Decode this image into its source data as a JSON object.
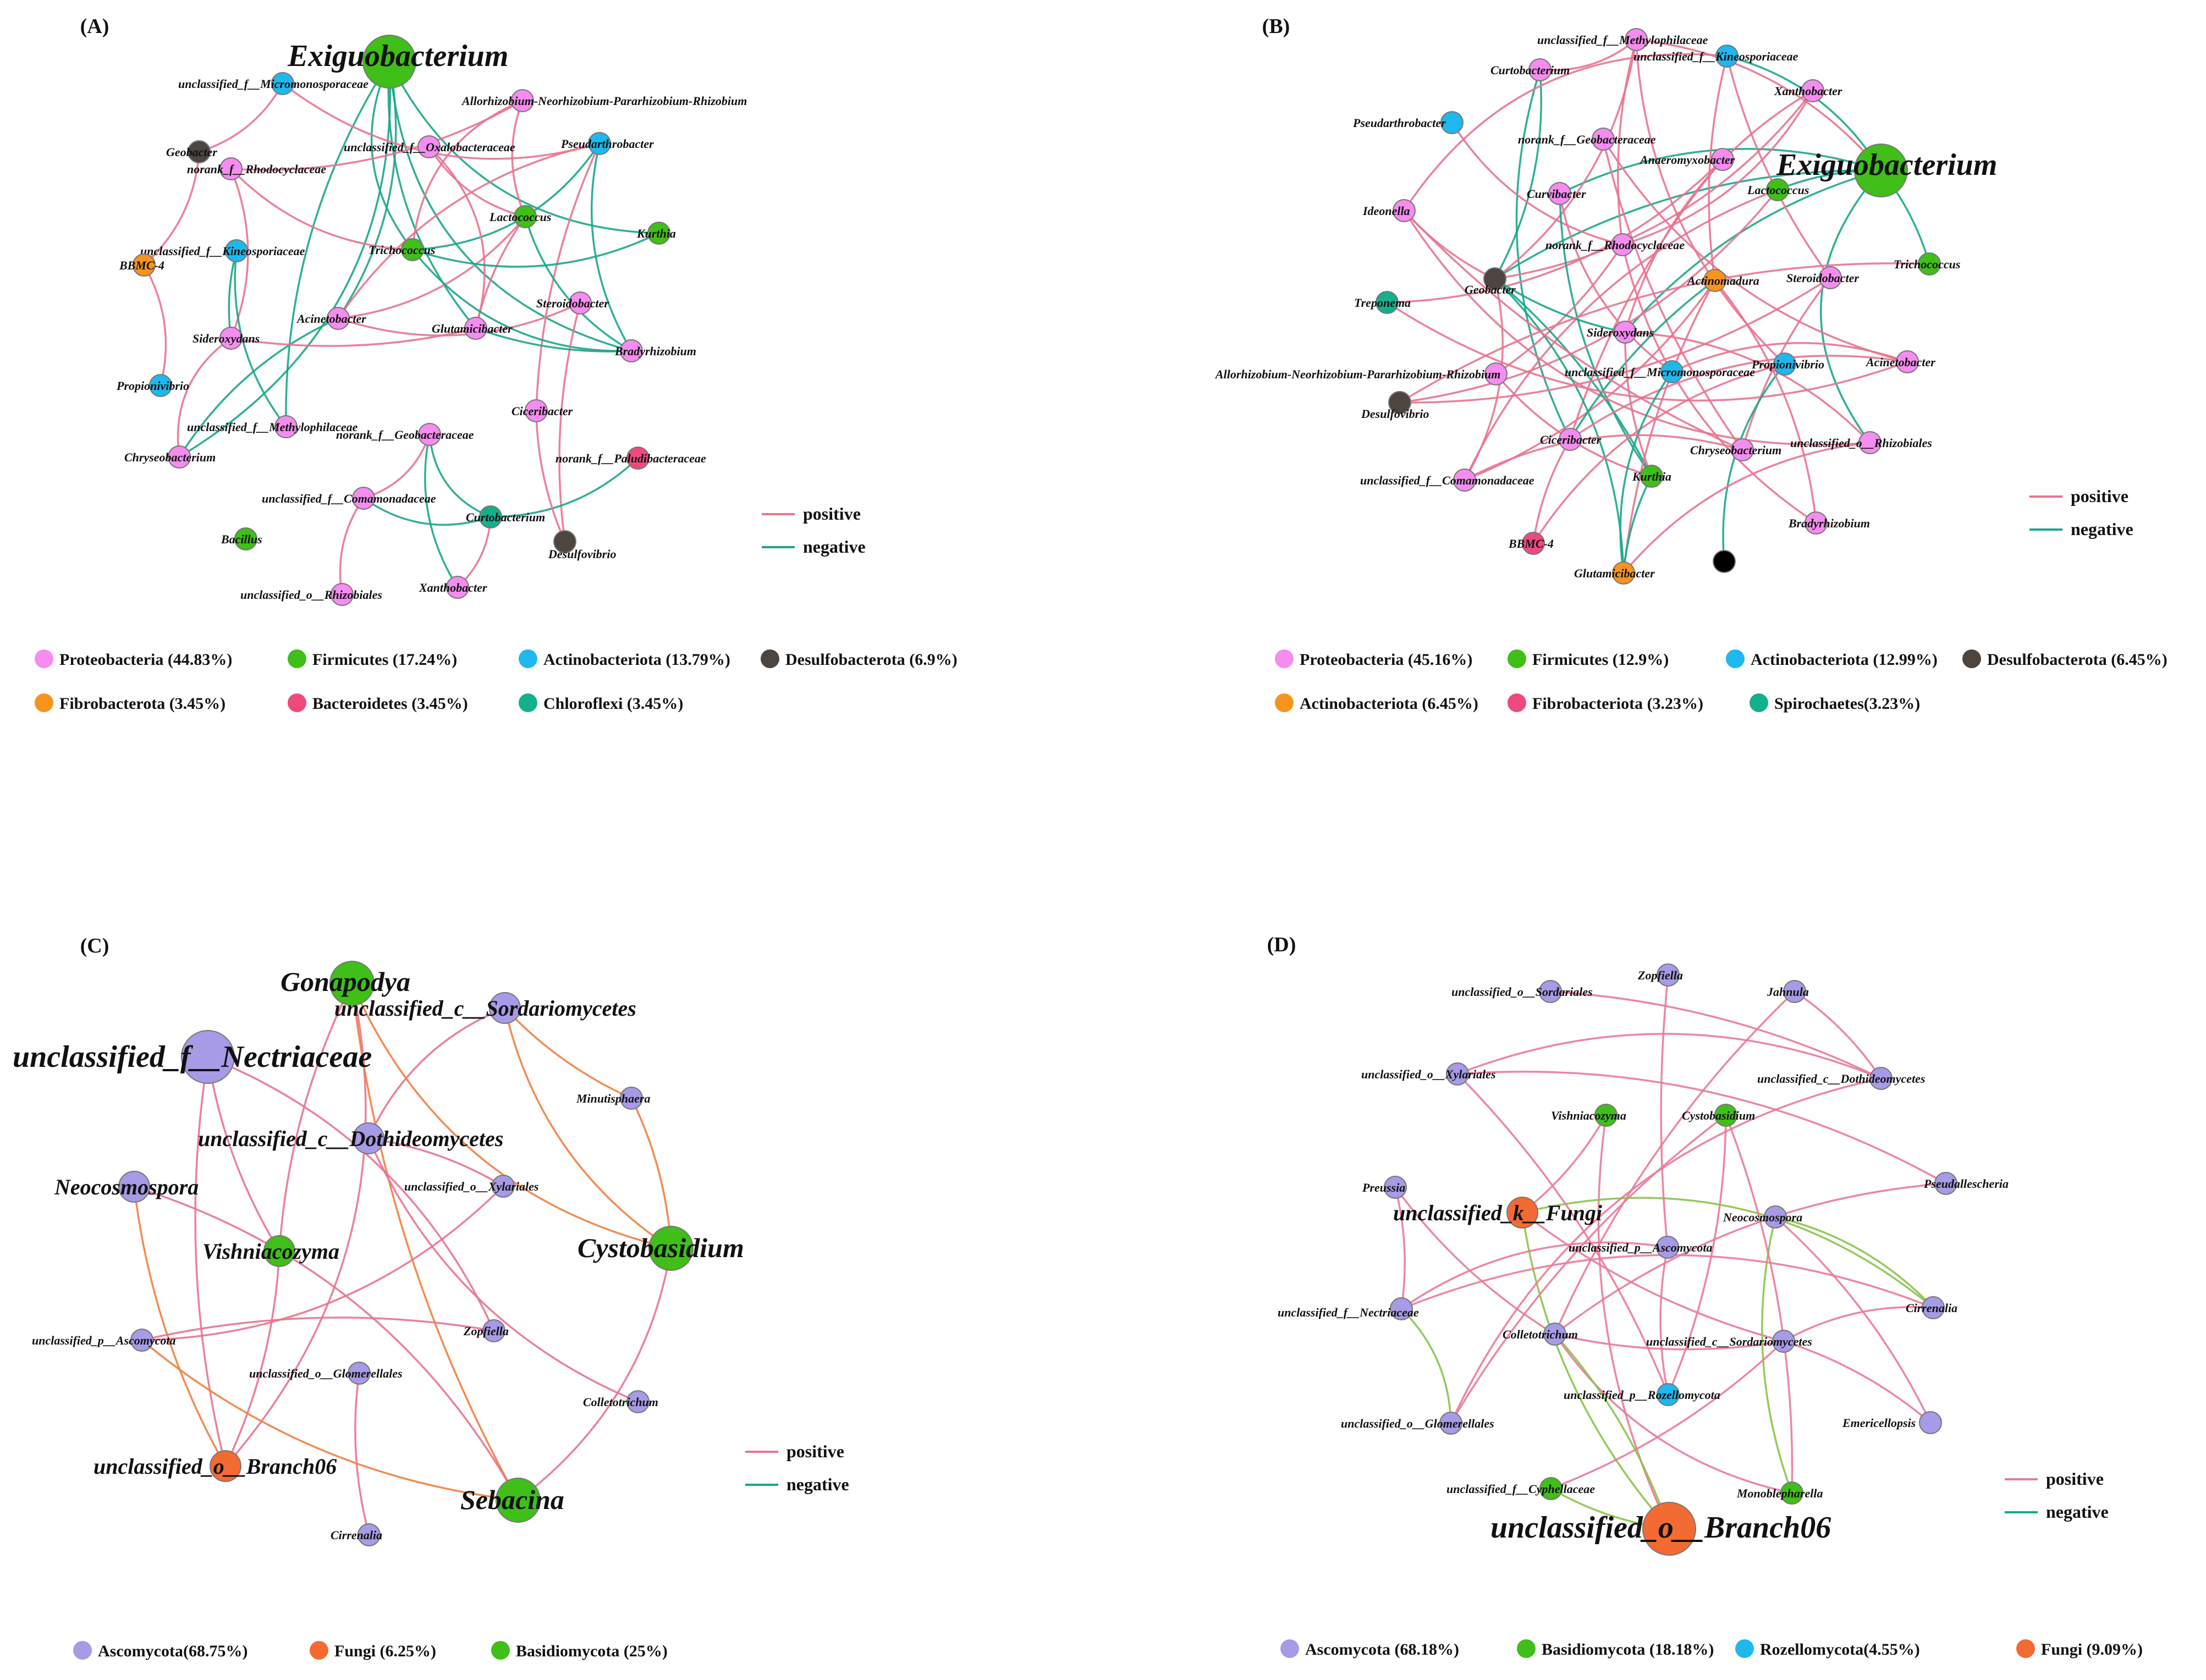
{
  "edge_colors": {
    "positive": "#e8738f",
    "negative": "#1aa68a",
    "fungi_pos": "#ea7a98",
    "fungi_neg": "#8bc34a",
    "orange": "#f08040"
  },
  "phylum_colors": {
    "Proteobacteria": "#f58cf0",
    "Firmicutes": "#3fbf18",
    "Actinobacteriota": "#1fb8ee",
    "Desulfobacterota": "#4d4540",
    "Fibrobacterota": "#f7941d",
    "Bacteroidetes": "#ef4a7e",
    "Chloroflexi": "#13b08c",
    "Spirochaetes": "#13b08c",
    "Ascomycota": "#a79ae6",
    "Fungi": "#f46a33",
    "Basidiomycota": "#3fbf18",
    "Rozellomycota": "#1fb8ee",
    "Black": "#000000"
  },
  "panels": [
    {
      "id": "A",
      "label": "(A)",
      "legend": {
        "positive": "positive",
        "negative": "negative"
      },
      "phyla": [
        {
          "text": "Proteobacteria (44.83%)",
          "color": "Proteobacteria"
        },
        {
          "text": "Firmicutes  (17.24%)",
          "color": "Firmicutes"
        },
        {
          "text": "Actinobacteriota  (13.79%)",
          "color": "Actinobacteriota"
        },
        {
          "text": "Desulfobacterota  (6.9%)",
          "color": "Desulfobacterota"
        },
        {
          "text": "Fibrobacterota   (3.45%)",
          "color": "Fibrobacterota"
        },
        {
          "text": "Bacteroidetes (3.45%)",
          "color": "Bacteroidetes"
        },
        {
          "text": "Chloroflexi (3.45%)",
          "color": "Chloroflexi"
        }
      ],
      "nodes": [
        {
          "id": "exi",
          "label": "Exiguobacterium",
          "phylum": "Firmicutes",
          "size": "xl"
        },
        {
          "id": "micro",
          "label": "unclassified_f__Micromonosporaceae",
          "phylum": "Actinobacteriota"
        },
        {
          "id": "allo",
          "label": "Allorhizobium-Neorhizobium-Pararhizobium-Rhizobium",
          "phylum": "Proteobacteria"
        },
        {
          "id": "geob",
          "label": "Geobacter",
          "phylum": "Desulfobacterota"
        },
        {
          "id": "oxalo",
          "label": "unclassified_f__Oxalobacteraceae",
          "phylum": "Proteobacteria"
        },
        {
          "id": "pseud",
          "label": "Pseudarthrobacter",
          "phylum": "Actinobacteriota"
        },
        {
          "id": "rhodo",
          "label": "norank_f__Rhodocyclaceae",
          "phylum": "Proteobacteria"
        },
        {
          "id": "lacto",
          "label": "Lactococcus",
          "phylum": "Firmicutes"
        },
        {
          "id": "kurth",
          "label": "Kurthia",
          "phylum": "Firmicutes"
        },
        {
          "id": "kineo",
          "label": "unclassified_f__Kineosporiaceae",
          "phylum": "Actinobacteriota"
        },
        {
          "id": "bbmc",
          "label": "BBMC-4",
          "phylum": "Fibrobacterota"
        },
        {
          "id": "tricho",
          "label": "Trichococcus",
          "phylum": "Firmicutes"
        },
        {
          "id": "stero",
          "label": "Steroidobacter",
          "phylum": "Proteobacteria"
        },
        {
          "id": "acine",
          "label": "Acinetobacter",
          "phylum": "Proteobacteria"
        },
        {
          "id": "gluta",
          "label": "Glutamicibacter",
          "phylum": "Proteobacteria"
        },
        {
          "id": "sidero",
          "label": "Sideroxydans",
          "phylum": "Proteobacteria"
        },
        {
          "id": "brady",
          "label": "Bradyrhizobium",
          "phylum": "Proteobacteria"
        },
        {
          "id": "propio",
          "label": "Propionivibrio",
          "phylum": "Actinobacteriota"
        },
        {
          "id": "methylo",
          "label": "unclassified_f__Methylophilaceae",
          "phylum": "Proteobacteria"
        },
        {
          "id": "cicer",
          "label": "Ciceribacter",
          "phylum": "Proteobacteria"
        },
        {
          "id": "chryseo",
          "label": "Chryseobacterium",
          "phylum": "Proteobacteria"
        },
        {
          "id": "geobac",
          "label": "norank_f__Geobacteraceae",
          "phylum": "Proteobacteria"
        },
        {
          "id": "palu",
          "label": "norank_f__Paludibacteraceae",
          "phylum": "Bacteroidetes"
        },
        {
          "id": "comam",
          "label": "unclassified_f__Comamonadaceae",
          "phylum": "Proteobacteria"
        },
        {
          "id": "curto",
          "label": "Curtobacterium",
          "phylum": "Chloroflexi"
        },
        {
          "id": "bacil",
          "label": "Bacillus",
          "phylum": "Firmicutes"
        },
        {
          "id": "desulf",
          "label": "Desulfovibrio",
          "phylum": "Desulfobacterota"
        },
        {
          "id": "rhizo",
          "label": "unclassified_o__Rhizobiales",
          "phylum": "Proteobacteria"
        },
        {
          "id": "xantho",
          "label": "Xanthobacter",
          "phylum": "Proteobacteria"
        }
      ]
    },
    {
      "id": "B",
      "label": "(B)",
      "legend": {
        "positive": "positive",
        "negative": "negative"
      },
      "phyla": [
        {
          "text": "Proteobacteria (45.16%)",
          "color": "Proteobacteria"
        },
        {
          "text": "Firmicutes  (12.9%)",
          "color": "Firmicutes"
        },
        {
          "text": "Actinobacteriota (12.99%)",
          "color": "Actinobacteriota"
        },
        {
          "text": "Desulfobacterota (6.45%)",
          "color": "Desulfobacterota"
        },
        {
          "text": "Actinobacteriota  (6.45%)",
          "color": "Fibrobacterota"
        },
        {
          "text": "Fibrobacteriota (3.23%)",
          "color": "Bacteroidetes"
        },
        {
          "text": "Spirochaetes(3.23%)",
          "color": "Spirochaetes"
        }
      ],
      "nodes": [
        {
          "id": "methylo",
          "label": "unclassified_f__Methylophilaceae",
          "phylum": "Proteobacteria"
        },
        {
          "id": "kineo",
          "label": "unclassified_f__Kineosporiaceae",
          "phylum": "Actinobacteriota"
        },
        {
          "id": "curto",
          "label": "Curtobacterium",
          "phylum": "Proteobacteria"
        },
        {
          "id": "xantho",
          "label": "Xanthobacter",
          "phylum": "Proteobacteria"
        },
        {
          "id": "pseud",
          "label": "Pseudarthrobacter",
          "phylum": "Actinobacteriota"
        },
        {
          "id": "geobac",
          "label": "norank_f__Geobacteraceae",
          "phylum": "Proteobacteria"
        },
        {
          "id": "anaero",
          "label": "Anaeromyxobacter",
          "phylum": "Proteobacteria"
        },
        {
          "id": "exi",
          "label": "Exiguobacterium",
          "phylum": "Firmicutes",
          "size": "xl"
        },
        {
          "id": "curvi",
          "label": "Curvibacter",
          "phylum": "Proteobacteria"
        },
        {
          "id": "lacto",
          "label": "Lactococcus",
          "phylum": "Firmicutes"
        },
        {
          "id": "ideo",
          "label": "Ideonella",
          "phylum": "Proteobacteria"
        },
        {
          "id": "rhodo",
          "label": "norank_f__Rhodocyclaceae",
          "phylum": "Proteobacteria"
        },
        {
          "id": "tricho",
          "label": "Trichococcus",
          "phylum": "Firmicutes"
        },
        {
          "id": "geob",
          "label": "Geobacter",
          "phylum": "Desulfobacterota"
        },
        {
          "id": "actino",
          "label": "Actinomadura",
          "phylum": "Fibrobacterota"
        },
        {
          "id": "stero",
          "label": "Steroidobacter",
          "phylum": "Proteobacteria"
        },
        {
          "id": "trepo",
          "label": "Treponema",
          "phylum": "Spirochaetes"
        },
        {
          "id": "sidero",
          "label": "Sideroxydans",
          "phylum": "Proteobacteria"
        },
        {
          "id": "propio",
          "label": "Propionivibrio",
          "phylum": "Actinobacteriota"
        },
        {
          "id": "acine",
          "label": "Acinetobacter",
          "phylum": "Proteobacteria"
        },
        {
          "id": "allo",
          "label": "Allorhizobium-Neorhizobium-Pararhizobium-Rhizobium",
          "phylum": "Proteobacteria"
        },
        {
          "id": "micro",
          "label": "unclassified_f__Micromonosporaceae",
          "phylum": "Actinobacteriota"
        },
        {
          "id": "desulf",
          "label": "Desulfovibrio",
          "phylum": "Desulfobacterota"
        },
        {
          "id": "cicer",
          "label": "Ciceribacter",
          "phylum": "Proteobacteria"
        },
        {
          "id": "chryseo",
          "label": "Chryseobacterium",
          "phylum": "Proteobacteria"
        },
        {
          "id": "rhizo",
          "label": "unclassified_o__Rhizobiales",
          "phylum": "Proteobacteria"
        },
        {
          "id": "comam",
          "label": "unclassified_f__Comamonadaceae",
          "phylum": "Proteobacteria"
        },
        {
          "id": "kurth",
          "label": "Kurthia",
          "phylum": "Firmicutes"
        },
        {
          "id": "bbmc",
          "label": "BBMC-4",
          "phylum": "Bacteroidetes"
        },
        {
          "id": "brady",
          "label": "Bradyrhizobium",
          "phylum": "Proteobacteria"
        },
        {
          "id": "gluta",
          "label": "Glutamicibacter",
          "phylum": "Fibrobacterota"
        },
        {
          "id": "black",
          "label": "",
          "phylum": "Black"
        }
      ]
    },
    {
      "id": "C",
      "label": "(C)",
      "legend": {
        "positive": "positive",
        "negative": "negative"
      },
      "phyla": [
        {
          "text": "Ascomycota(68.75%)",
          "color": "Ascomycota"
        },
        {
          "text": "Fungi (6.25%)",
          "color": "Fungi"
        },
        {
          "text": "Basidiomycota  (25%)",
          "color": "Basidiomycota"
        }
      ],
      "nodes": [
        {
          "id": "gona",
          "label": "Gonapodya",
          "phylum": "Basidiomycota",
          "size": "l"
        },
        {
          "id": "sord",
          "label": "unclassified_c__Sordariomycetes",
          "phylum": "Ascomycota",
          "size": "m"
        },
        {
          "id": "nect",
          "label": "unclassified_f__Nectriaceae",
          "phylum": "Ascomycota",
          "size": "xl"
        },
        {
          "id": "minu",
          "label": "Minutisphaera",
          "phylum": "Ascomycota"
        },
        {
          "id": "doth",
          "label": "unclassified_c__Dothideomycetes",
          "phylum": "Ascomycota",
          "size": "m"
        },
        {
          "id": "neoc",
          "label": "Neocosmospora",
          "phylum": "Ascomycota",
          "size": "m"
        },
        {
          "id": "xyla",
          "label": "unclassified_o__Xylariales",
          "phylum": "Ascomycota"
        },
        {
          "id": "vish",
          "label": "Vishniacozyma",
          "phylum": "Basidiomycota",
          "size": "m"
        },
        {
          "id": "cyst",
          "label": "Cystobasidium",
          "phylum": "Basidiomycota",
          "size": "l"
        },
        {
          "id": "zopf",
          "label": "Zopfiella",
          "phylum": "Ascomycota"
        },
        {
          "id": "asco",
          "label": "unclassified_p__Ascomycota",
          "phylum": "Ascomycota"
        },
        {
          "id": "glom",
          "label": "unclassified_o__Glomerellales",
          "phylum": "Ascomycota"
        },
        {
          "id": "colle",
          "label": "Colletotrichum",
          "phylum": "Ascomycota"
        },
        {
          "id": "bran",
          "label": "unclassified_o__Branch06",
          "phylum": "Fungi",
          "size": "m"
        },
        {
          "id": "seba",
          "label": "Sebacina",
          "phylum": "Basidiomycota",
          "size": "l"
        },
        {
          "id": "cirr",
          "label": "Cirrenalia",
          "phylum": "Ascomycota"
        }
      ]
    },
    {
      "id": "D",
      "label": "(D)",
      "legend": {
        "positive": "positive",
        "negative": "negative"
      },
      "phyla": [
        {
          "text": "Ascomycota (68.18%)",
          "color": "Ascomycota"
        },
        {
          "text": "Basidiomycota  (18.18%)",
          "color": "Basidiomycota"
        },
        {
          "text": "Rozellomycota(4.55%)",
          "color": "Rozellomycota"
        },
        {
          "text": "Fungi   (9.09%)",
          "color": "Fungi"
        }
      ],
      "nodes": [
        {
          "id": "zopf",
          "label": "Zopfiella",
          "phylum": "Ascomycota"
        },
        {
          "id": "sordl",
          "label": "unclassified_o__Sordariales",
          "phylum": "Ascomycota"
        },
        {
          "id": "jahn",
          "label": "Jahnula",
          "phylum": "Ascomycota"
        },
        {
          "id": "xyla",
          "label": "unclassified_o__Xylariales",
          "phylum": "Ascomycota"
        },
        {
          "id": "doth",
          "label": "unclassified_c__Dothideomycetes",
          "phylum": "Ascomycota"
        },
        {
          "id": "vish",
          "label": "Vishniacozyma",
          "phylum": "Basidiomycota"
        },
        {
          "id": "cyst",
          "label": "Cystobasidium",
          "phylum": "Basidiomycota"
        },
        {
          "id": "preu",
          "label": "Preussia",
          "phylum": "Ascomycota"
        },
        {
          "id": "pseu",
          "label": "Pseudallescheria",
          "phylum": "Ascomycota"
        },
        {
          "id": "fung",
          "label": "unclassified_k__Fungi",
          "phylum": "Fungi",
          "size": "m"
        },
        {
          "id": "neoc",
          "label": "Neocosmospora",
          "phylum": "Ascomycota"
        },
        {
          "id": "asco",
          "label": "unclassified_p__Ascomycota",
          "phylum": "Ascomycota"
        },
        {
          "id": "nect",
          "label": "unclassified_f__Nectriaceae",
          "phylum": "Ascomycota"
        },
        {
          "id": "cirr",
          "label": "Cirrenalia",
          "phylum": "Ascomycota"
        },
        {
          "id": "colle",
          "label": "Colletotrichum",
          "phylum": "Ascomycota"
        },
        {
          "id": "sord",
          "label": "unclassified_c__Sordariomycetes",
          "phylum": "Ascomycota"
        },
        {
          "id": "roze",
          "label": "unclassified_p__Rozellomycota",
          "phylum": "Rozellomycota"
        },
        {
          "id": "glom",
          "label": "unclassified_o__Glomerellales",
          "phylum": "Ascomycota"
        },
        {
          "id": "emer",
          "label": "Emericellopsis",
          "phylum": "Ascomycota"
        },
        {
          "id": "cyph",
          "label": "unclassified_f__Cyphellaceae",
          "phylum": "Basidiomycota"
        },
        {
          "id": "mono",
          "label": "Monoblepharella",
          "phylum": "Basidiomycota"
        },
        {
          "id": "bran",
          "label": "unclassified_o__Branch06",
          "phylum": "Fungi",
          "size": "xl"
        }
      ]
    }
  ]
}
